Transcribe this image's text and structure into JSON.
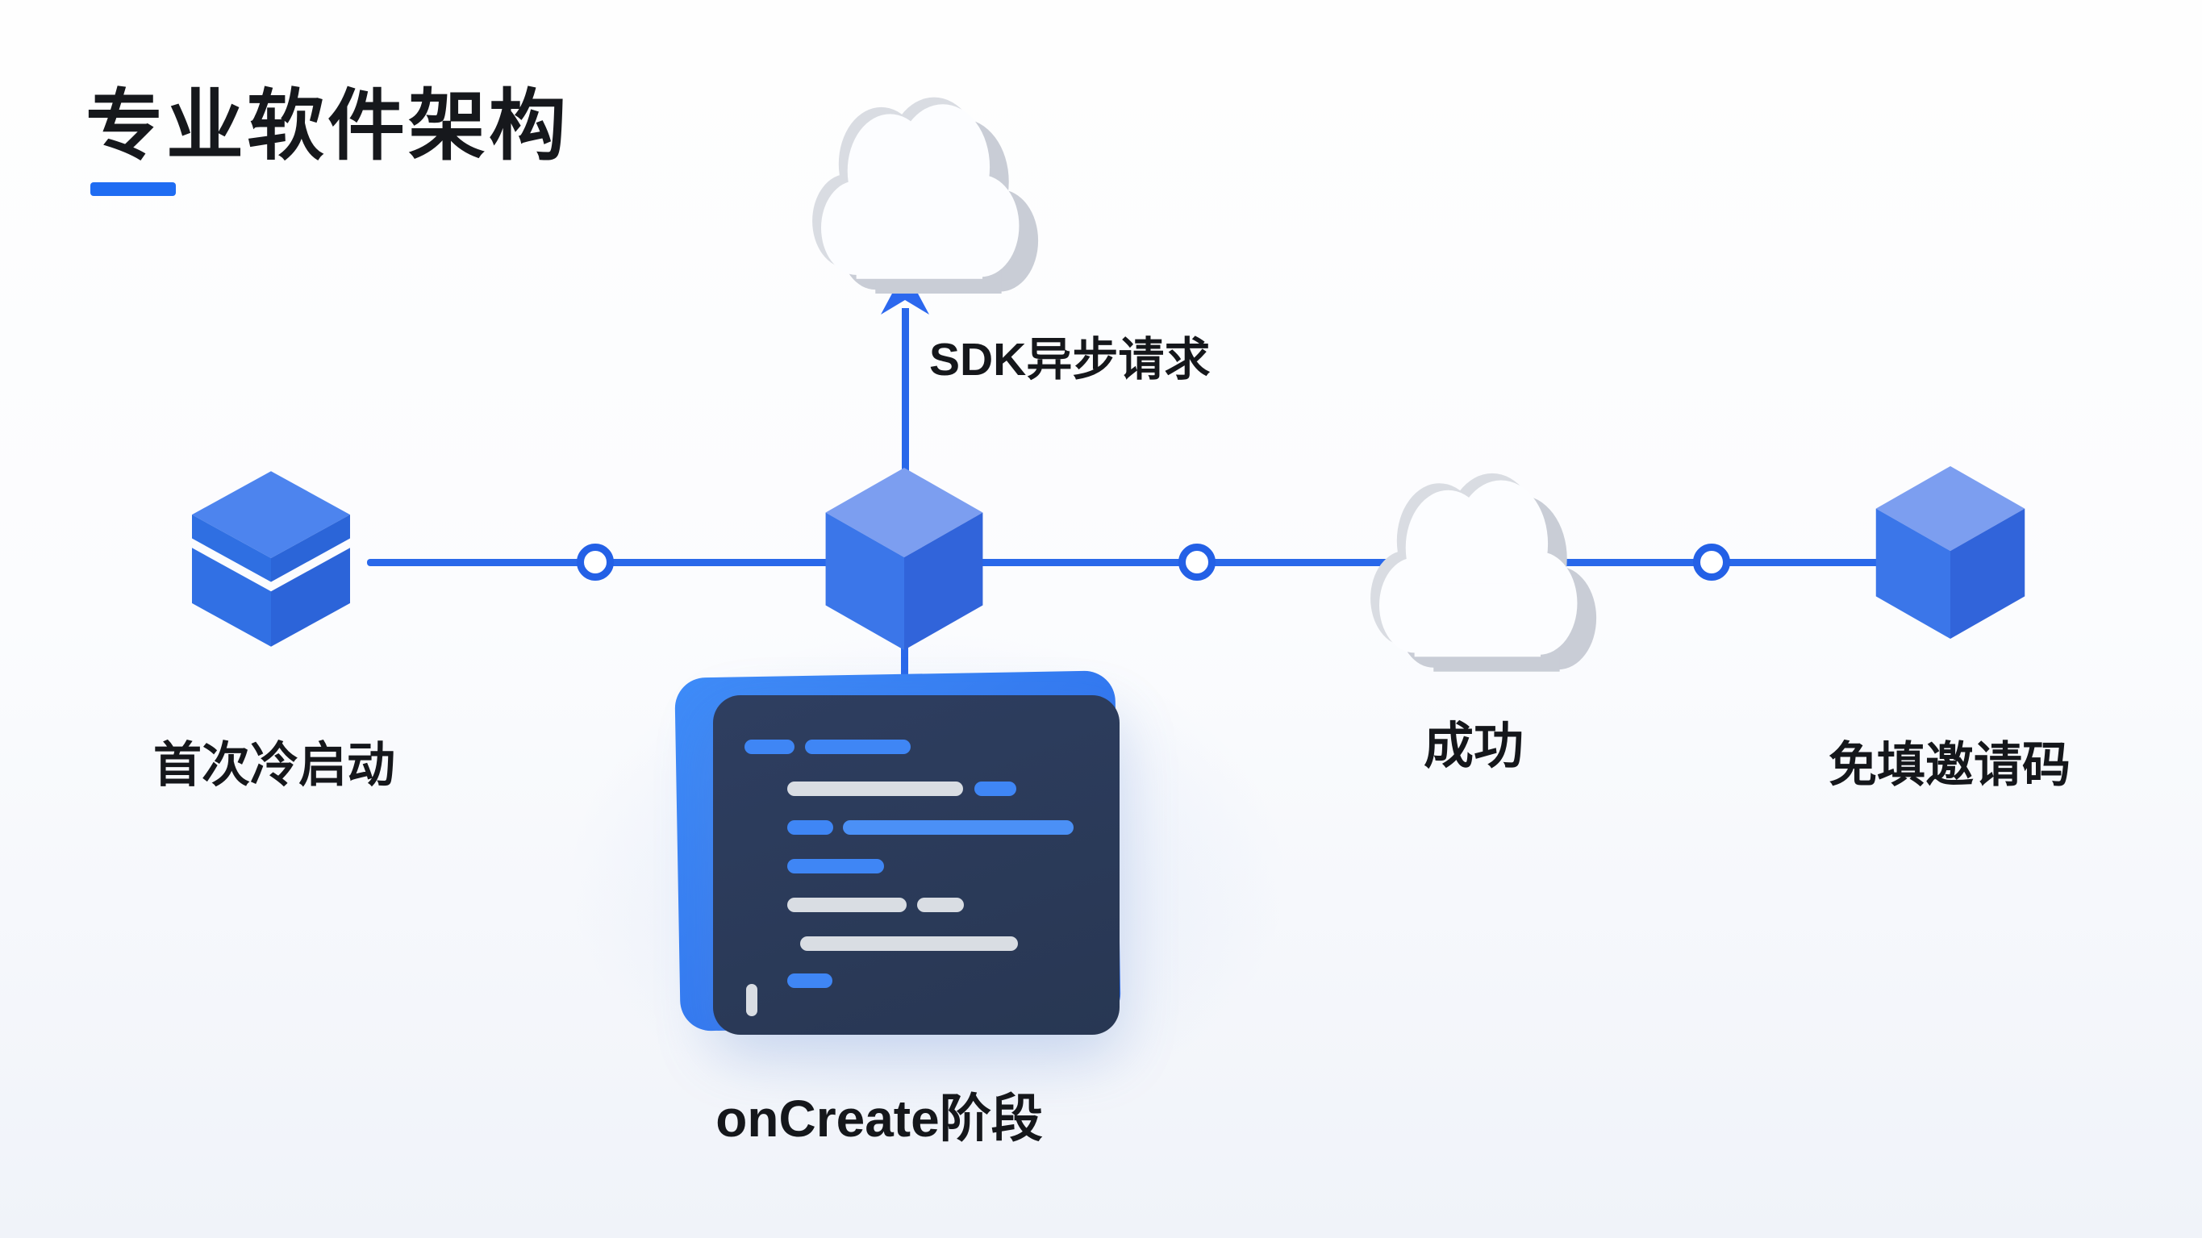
{
  "page": {
    "title": "专业软件架构"
  },
  "colors": {
    "accent_blue": "#2968ea",
    "underline_blue": "#1f6cf2",
    "node_ring_blue": "#2360e6",
    "cube_top": "#7c9ef0",
    "cube_left": "#3b76e9",
    "cube_right": "#3164da",
    "boxed_cube_top": "#4d84ee",
    "panel_navy": "#2c3c5e",
    "panel_back_blue": "#2f7df2",
    "code_pill_blue": "#3f86f5",
    "code_pill_gray": "#d9dde3",
    "cloud_front": "#fcfdff",
    "cloud_side_gray": "#c9cdd6",
    "text_dark": "#15171b"
  },
  "diagram": {
    "flow_axis": "horizontal",
    "nodes": [
      {
        "id": "cold-start",
        "icon": "boxed-cube-icon",
        "label": "首次冷启动"
      },
      {
        "id": "oncreate",
        "icon": "cube-icon-with-code-editor",
        "label": "onCreate阶段"
      },
      {
        "id": "success",
        "icon": "cloud-icon",
        "label": "成功"
      },
      {
        "id": "free-invite",
        "icon": "cube-icon",
        "label": "免填邀请码"
      }
    ],
    "annotations": [
      {
        "id": "sdk-request",
        "label": "SDK异步请求",
        "arrow": "up-to-cloud"
      }
    ],
    "connector_dots": 3
  }
}
